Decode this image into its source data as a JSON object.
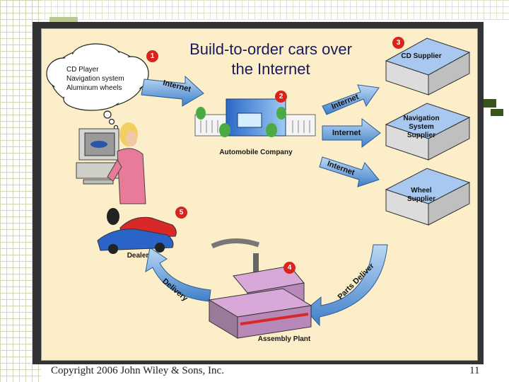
{
  "title": "Build-to-order cars over the Internet",
  "thought_bubble": "CD Player\nNavigation system\nAluminum wheels",
  "steps": [
    "1",
    "2",
    "3",
    "4",
    "5"
  ],
  "arrows": {
    "a1": "Internet",
    "a2": "Internet",
    "a3": "Internet",
    "a4": "Internet",
    "parts": "Parts Deliver",
    "delivery": "Delivery"
  },
  "labels": {
    "company": "Automobile Company",
    "dealer": "Dealer",
    "plant": "Assembly Plant"
  },
  "suppliers": [
    "CD Supplier",
    "Navigation\nSystem\nSupplier",
    "Wheel\nSupplier"
  ],
  "footer": {
    "copyright": "Copyright 2006 John Wiley & Sons, Inc.",
    "page": "11"
  },
  "colors": {
    "panel": "#fbeec8",
    "arrow": "#4a8ad0",
    "badge": "#d8241c"
  }
}
